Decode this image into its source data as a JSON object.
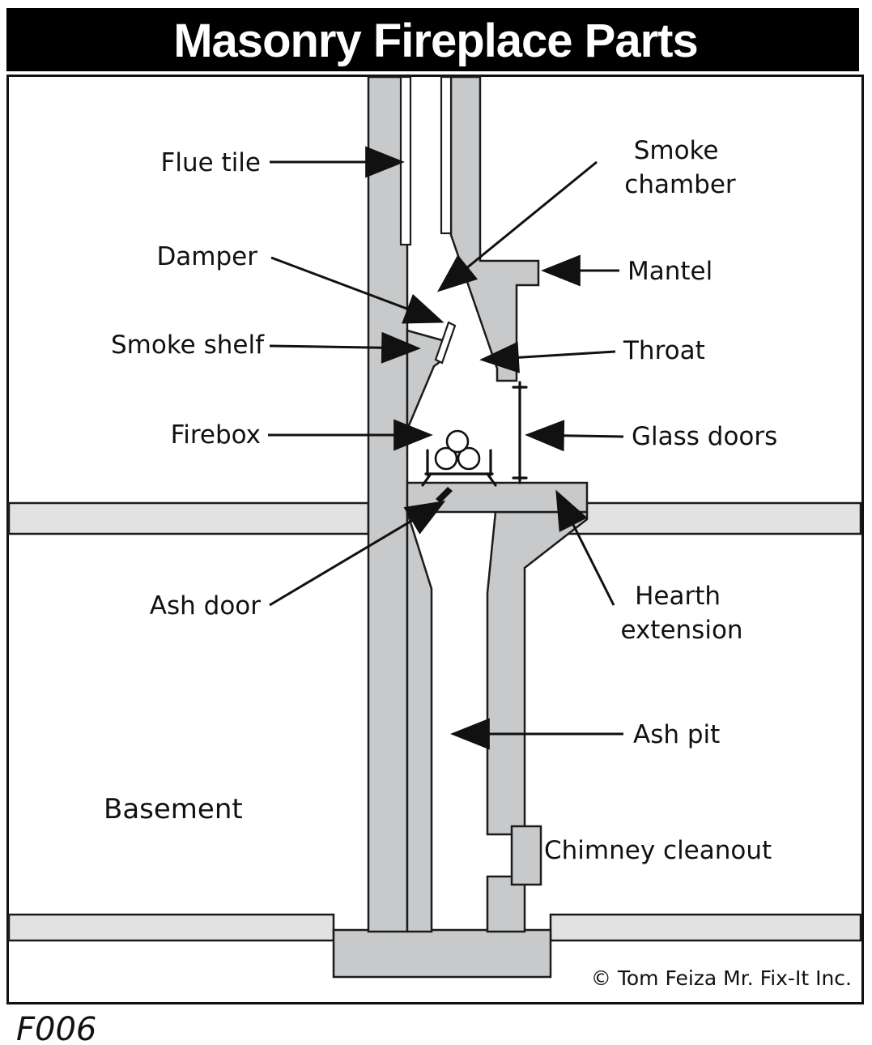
{
  "title": "Masonry Fireplace Parts",
  "figure_id": "F006",
  "copyright": "© Tom Feiza Mr. Fix-It Inc.",
  "labels": {
    "flue_tile": "Flue tile",
    "smoke_chamber": [
      "Smoke",
      "chamber"
    ],
    "damper": "Damper",
    "mantel": "Mantel",
    "smoke_shelf": "Smoke shelf",
    "throat": "Throat",
    "firebox": "Firebox",
    "glass_doors": "Glass doors",
    "ash_door": "Ash door",
    "hearth_extension": [
      "Hearth",
      "extension"
    ],
    "ash_pit": "Ash pit",
    "basement": "Basement",
    "chimney_cleanout": "Chimney cleanout"
  },
  "colors": {
    "masonry": "#c8c9ca",
    "floor": "#e2e2e2",
    "outline": "#1b1b1b",
    "title_bg": "#000000",
    "title_fg": "#ffffff"
  }
}
